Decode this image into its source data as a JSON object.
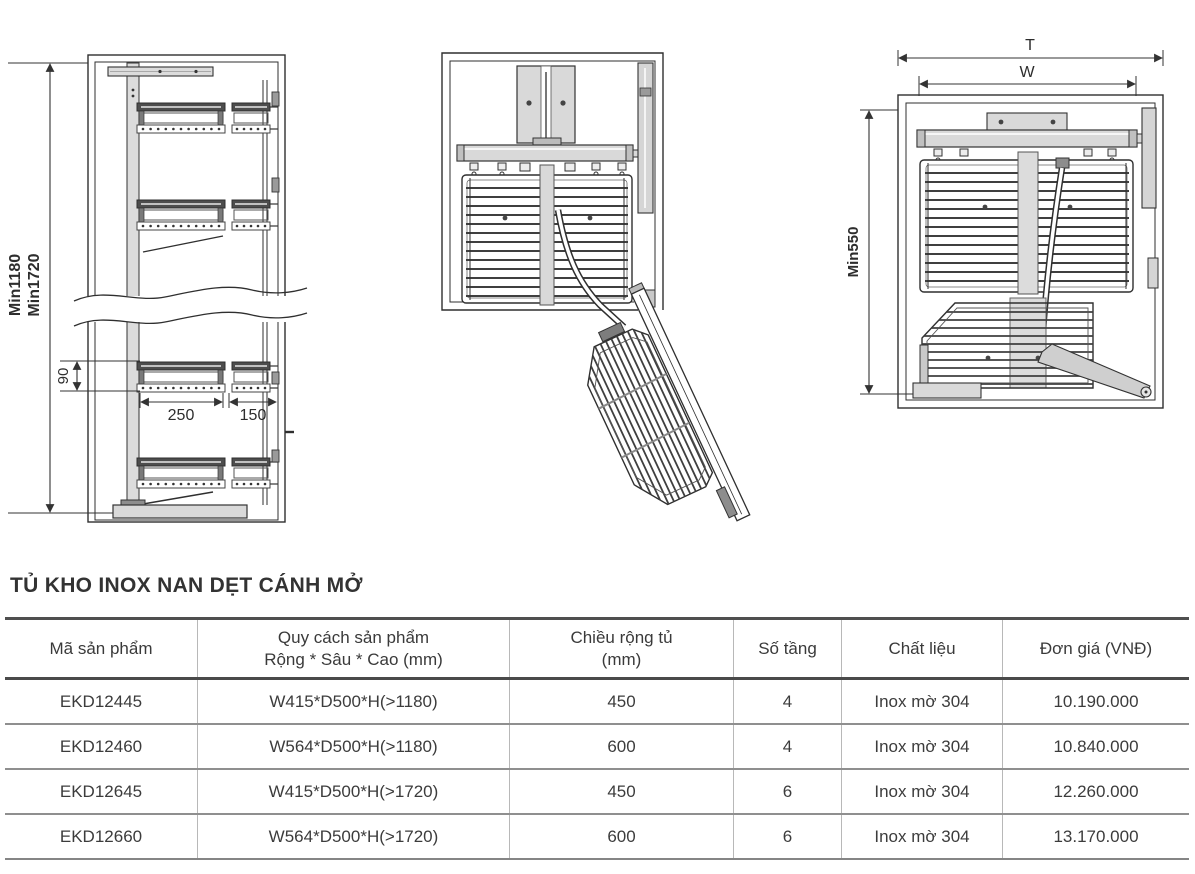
{
  "product": {
    "title": "TỦ KHO INOX NAN DẸT CÁNH MỞ"
  },
  "diagrams": {
    "front_view": {
      "height_label_1": "Min1180",
      "height_label_2": "Min1720",
      "shelf_height": "90",
      "basket_width": "250",
      "side_basket_width": "150"
    },
    "top_view": {
      "total_width": "T",
      "inner_width": "W",
      "depth": "Min550"
    }
  },
  "table": {
    "headers": [
      {
        "line1": "Mã sản phẩm",
        "line2": ""
      },
      {
        "line1": "Quy cách sản phẩm",
        "line2": "Rộng * Sâu * Cao (mm)"
      },
      {
        "line1": "Chiều rộng tủ",
        "line2": "(mm)"
      },
      {
        "line1": "Số tầng",
        "line2": ""
      },
      {
        "line1": "Chất liệu",
        "line2": ""
      },
      {
        "line1": "Đơn giá  (VNĐ)",
        "line2": ""
      }
    ],
    "rows": [
      [
        "EKD12445",
        "W415*D500*H(>1180)",
        "450",
        "4",
        "Inox mờ 304",
        "10.190.000"
      ],
      [
        "EKD12460",
        "W564*D500*H(>1180)",
        "600",
        "4",
        "Inox mờ 304",
        "10.840.000"
      ],
      [
        "EKD12645",
        "W415*D500*H(>1720)",
        "450",
        "6",
        "Inox mờ 304",
        "12.260.000"
      ],
      [
        "EKD12660",
        "W564*D500*H(>1720)",
        "600",
        "6",
        "Inox mờ 304",
        "13.170.000"
      ]
    ]
  },
  "colors": {
    "line": "#2f2f2f",
    "fill_light": "#d9d9d9",
    "fill_dark": "#4d4d4d",
    "table_border_dark": "#4a4a4a",
    "table_border_gray": "#8f8f8f",
    "text": "#3c3c3c"
  }
}
